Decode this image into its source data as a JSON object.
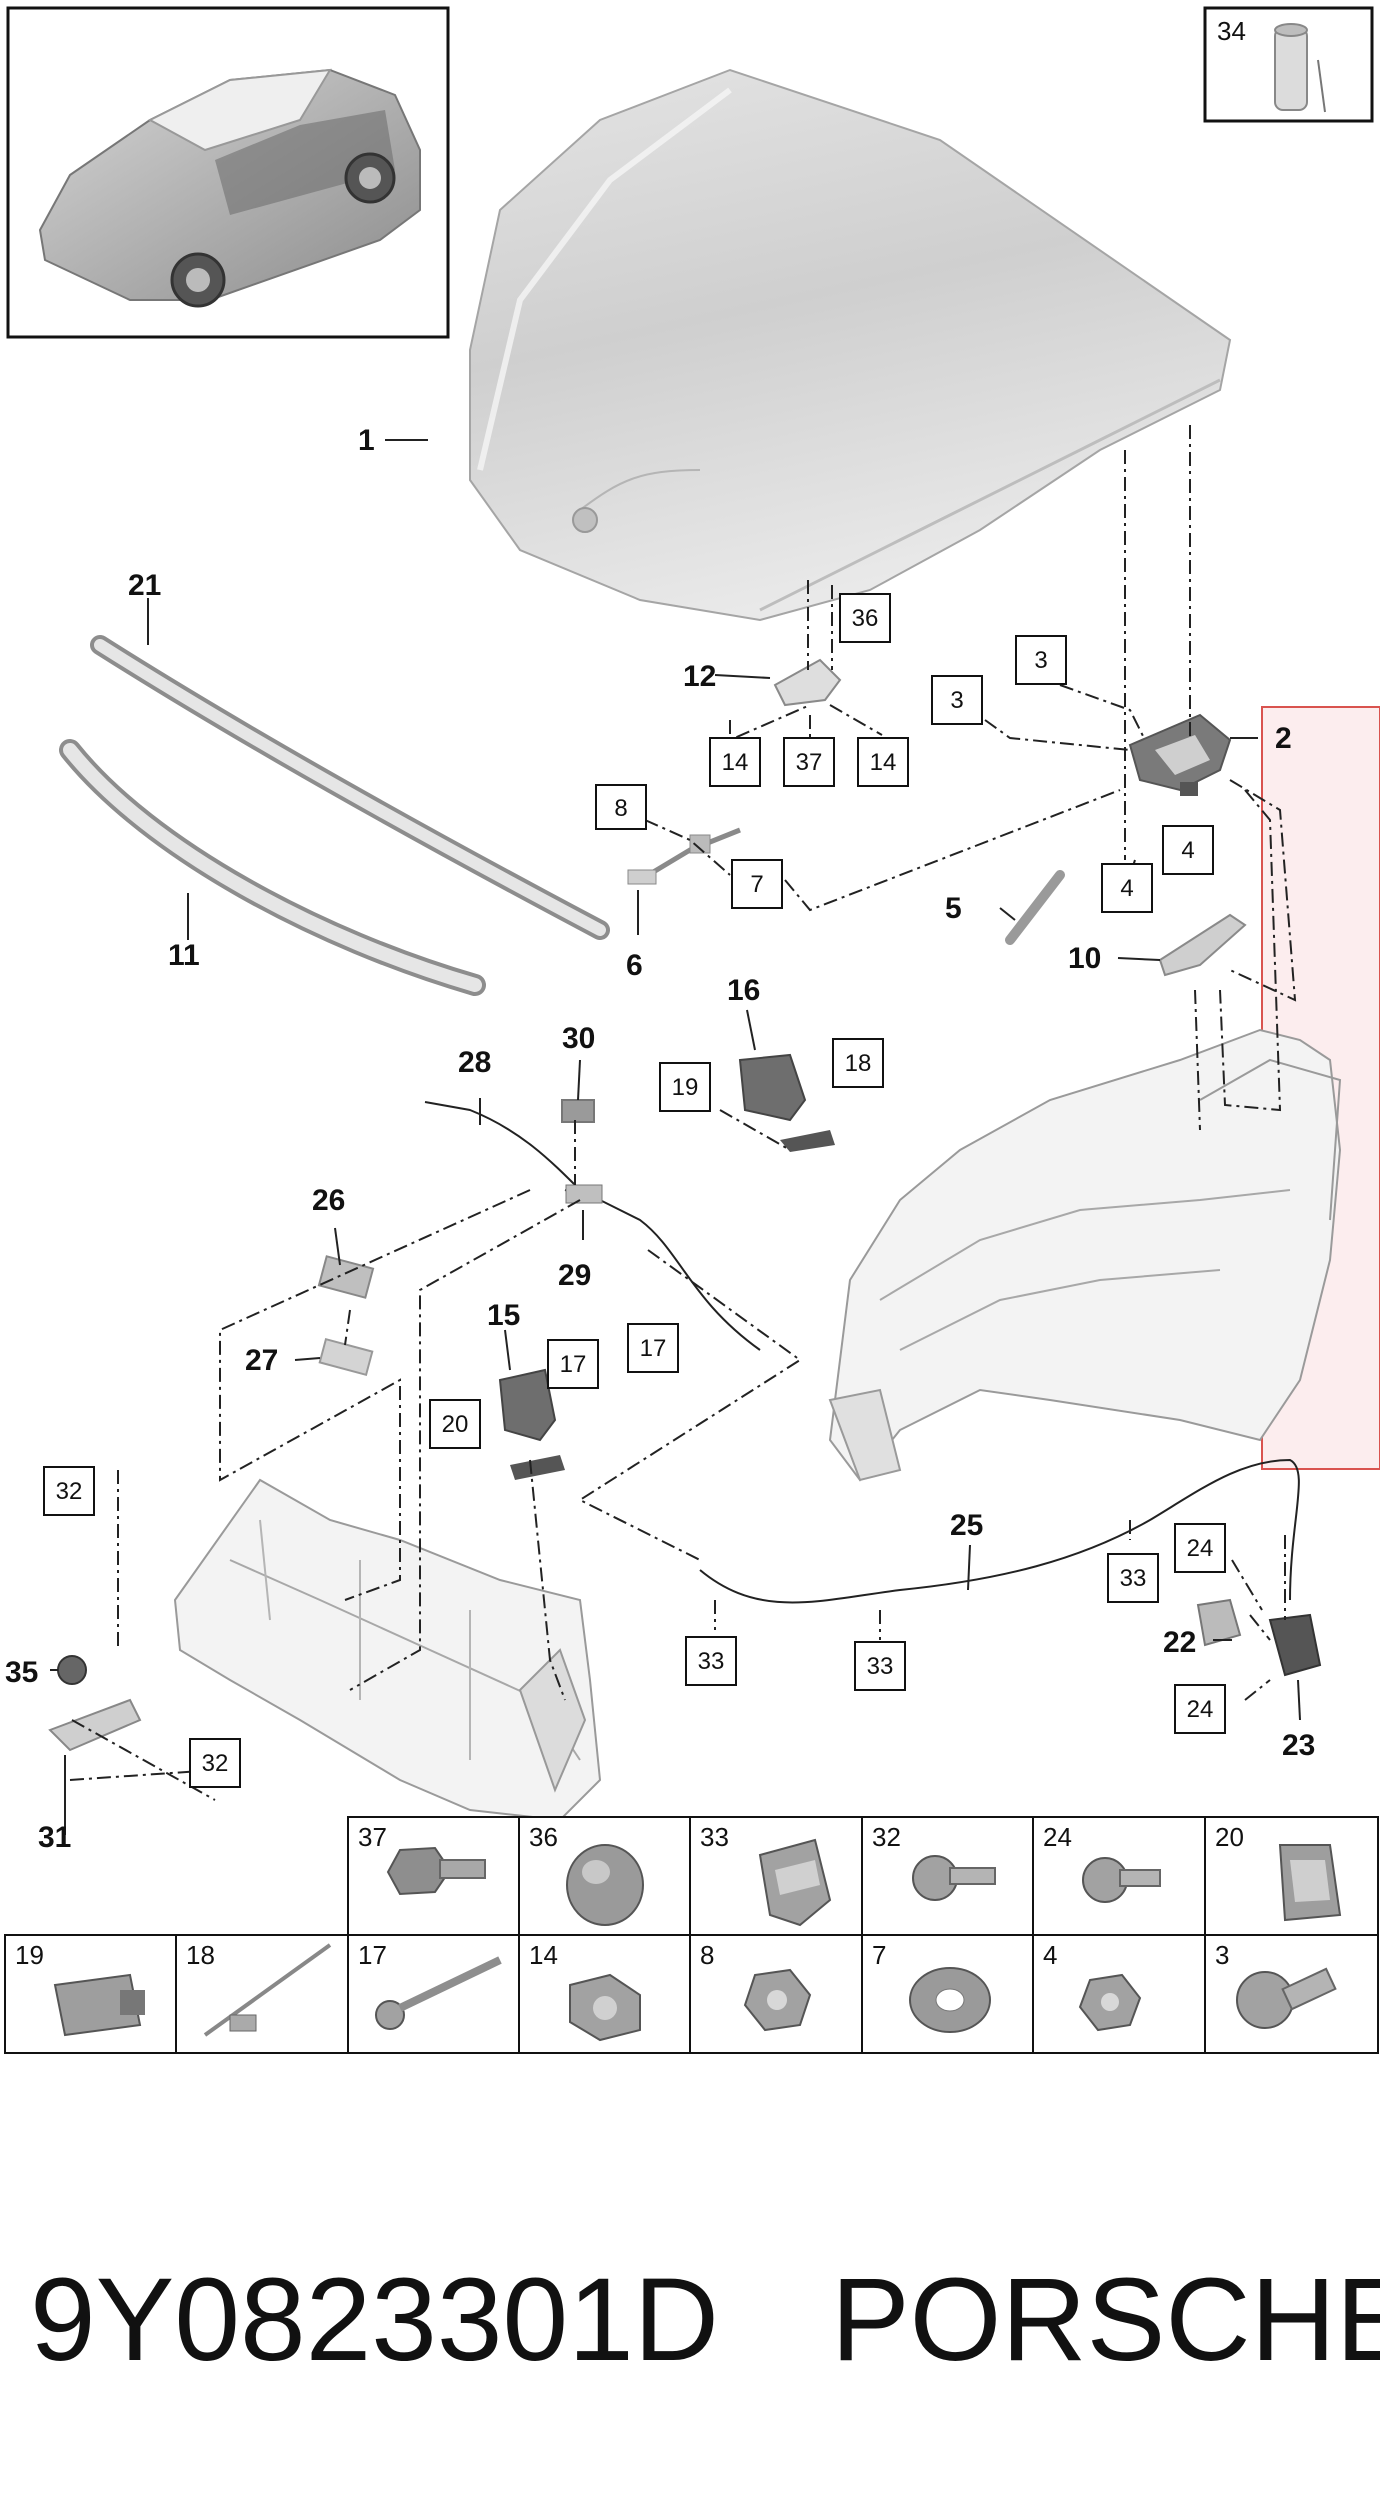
{
  "inset_label": "34",
  "callouts": {
    "c1": "1",
    "c2": "2",
    "c5": "5",
    "c6": "6",
    "c10": "10",
    "c11": "11",
    "c12": "12",
    "c15": "15",
    "c16": "16",
    "c21": "21",
    "c22": "22",
    "c23": "23",
    "c25": "25",
    "c26": "26",
    "c27": "27",
    "c28": "28",
    "c29": "29",
    "c30": "30",
    "c31": "31",
    "c35": "35"
  },
  "boxes": {
    "b36": "36",
    "b3a": "3",
    "b3b": "3",
    "b14a": "14",
    "b37": "37",
    "b14b": "14",
    "b8": "8",
    "b7": "7",
    "b4a": "4",
    "b4b": "4",
    "b18": "18",
    "b19": "19",
    "b17a": "17",
    "b17b": "17",
    "b20": "20",
    "b32a": "32",
    "b32b": "32",
    "b33a": "33",
    "b33b": "33",
    "b33c": "33",
    "b24a": "24",
    "b24b": "24"
  },
  "table": {
    "row1": [
      "37",
      "36",
      "33",
      "32",
      "24",
      "20"
    ],
    "row2": [
      "19",
      "18",
      "17",
      "14",
      "8",
      "7",
      "4",
      "3"
    ]
  },
  "footer": {
    "part_number": "9Y0823301D",
    "brand": "PORSCHE"
  },
  "highlight_color": "#d9534f"
}
